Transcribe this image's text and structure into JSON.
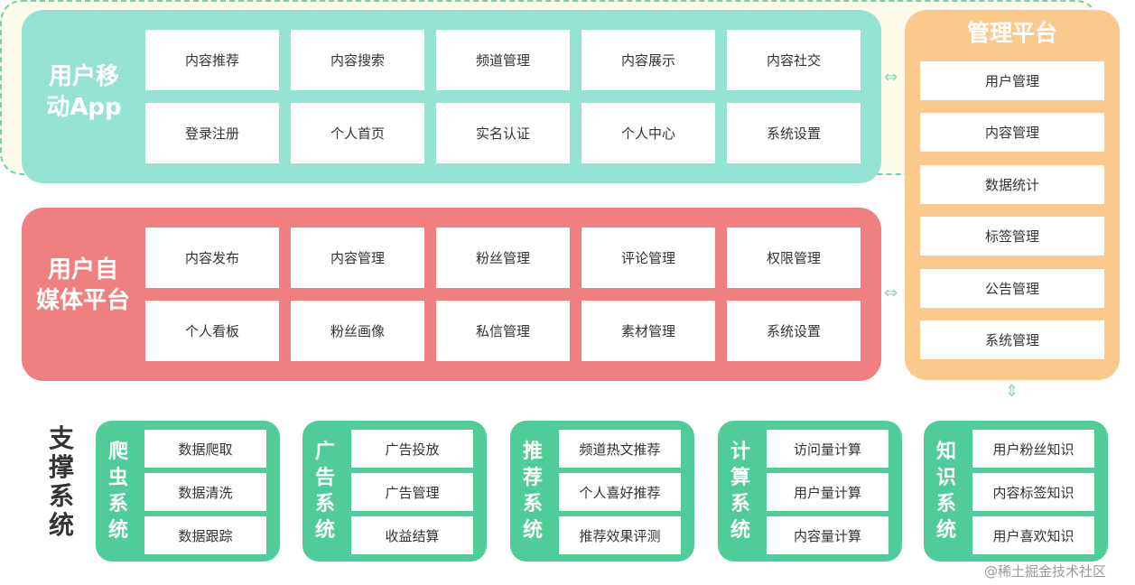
{
  "mobile_app": {
    "title": "用户移\n动App",
    "items": [
      "内容推荐",
      "内容搜索",
      "频道管理",
      "内容展示",
      "内容社交",
      "登录注册",
      "个人首页",
      "实名认证",
      "个人中心",
      "系统设置"
    ]
  },
  "media_platform": {
    "title": "用户自\n媒体平台",
    "items": [
      "内容发布",
      "内容管理",
      "粉丝管理",
      "评论管理",
      "权限管理",
      "个人看板",
      "粉丝画像",
      "私信管理",
      "素材管理",
      "系统设置"
    ]
  },
  "admin_platform": {
    "title": "管理平台",
    "items": [
      "用户管理",
      "内容管理",
      "数据统计",
      "标签管理",
      "公告管理",
      "系统管理"
    ]
  },
  "support": {
    "title": "支\n撑\n系\n统",
    "systems": [
      {
        "title": "爬\n虫\n系\n统",
        "items": [
          "数据爬取",
          "数据清洗",
          "数据跟踪"
        ]
      },
      {
        "title": "广\n告\n系\n统",
        "items": [
          "广告投放",
          "广告管理",
          "收益结算"
        ]
      },
      {
        "title": "推\n荐\n系\n统",
        "items": [
          "频道热文推荐",
          "个人喜好推荐",
          "推荐效果评测"
        ]
      },
      {
        "title": "计\n算\n系\n统",
        "items": [
          "访问量计算",
          "用户量计算",
          "内容量计算"
        ]
      },
      {
        "title": "知\n识\n系\n统",
        "items": [
          "用户粉丝知识",
          "内容标签知识",
          "用户喜欢知识"
        ]
      }
    ]
  },
  "connectors": {
    "horizontal": "⇔",
    "vertical": "⇕"
  },
  "watermark": "@稀土掘金技术社区"
}
